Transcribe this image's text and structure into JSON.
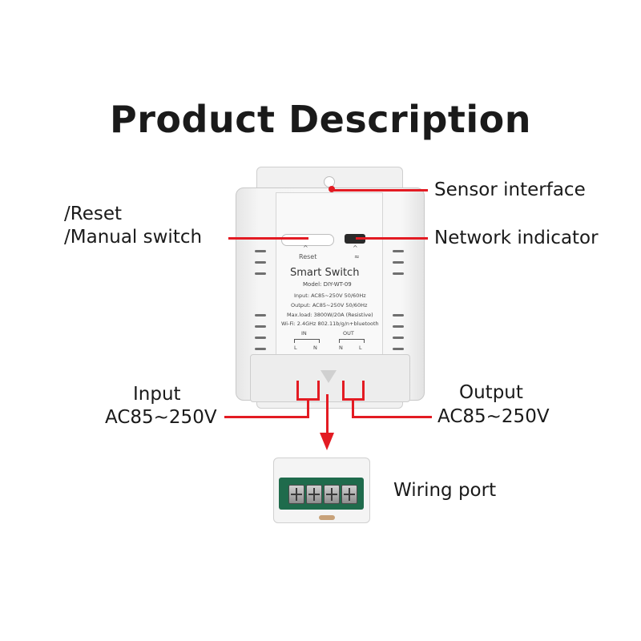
{
  "title": "Product Description",
  "callouts": {
    "sensor_interface": "Sensor interface",
    "reset": "/Reset",
    "manual_switch": "/Manual switch",
    "network_indicator": "Network indicator",
    "input_title": "Input",
    "input_voltage": "AC85~250V",
    "output_title": "Output",
    "output_voltage": "AC85~250V",
    "wiring_port": "Wiring port"
  },
  "device": {
    "reset_label": "Reset",
    "name": "Smart Switch",
    "model": "Model: DIY-WT-09",
    "specs": [
      "Input: AC85~250V 50/60Hz",
      "Output: AC85~250V 50/60Hz",
      "Max.load: 3800W/20A (Resistive)",
      "Wi-Fi: 2.4GHz 802.11b/g/n+bluetooth"
    ],
    "in_label": "IN",
    "out_label": "OUT",
    "in_terminals": [
      "L",
      "N"
    ],
    "out_terminals": [
      "N",
      "L"
    ]
  },
  "colors": {
    "callout_line": "#e31b23",
    "terminal_block": "#1f6b4c"
  }
}
